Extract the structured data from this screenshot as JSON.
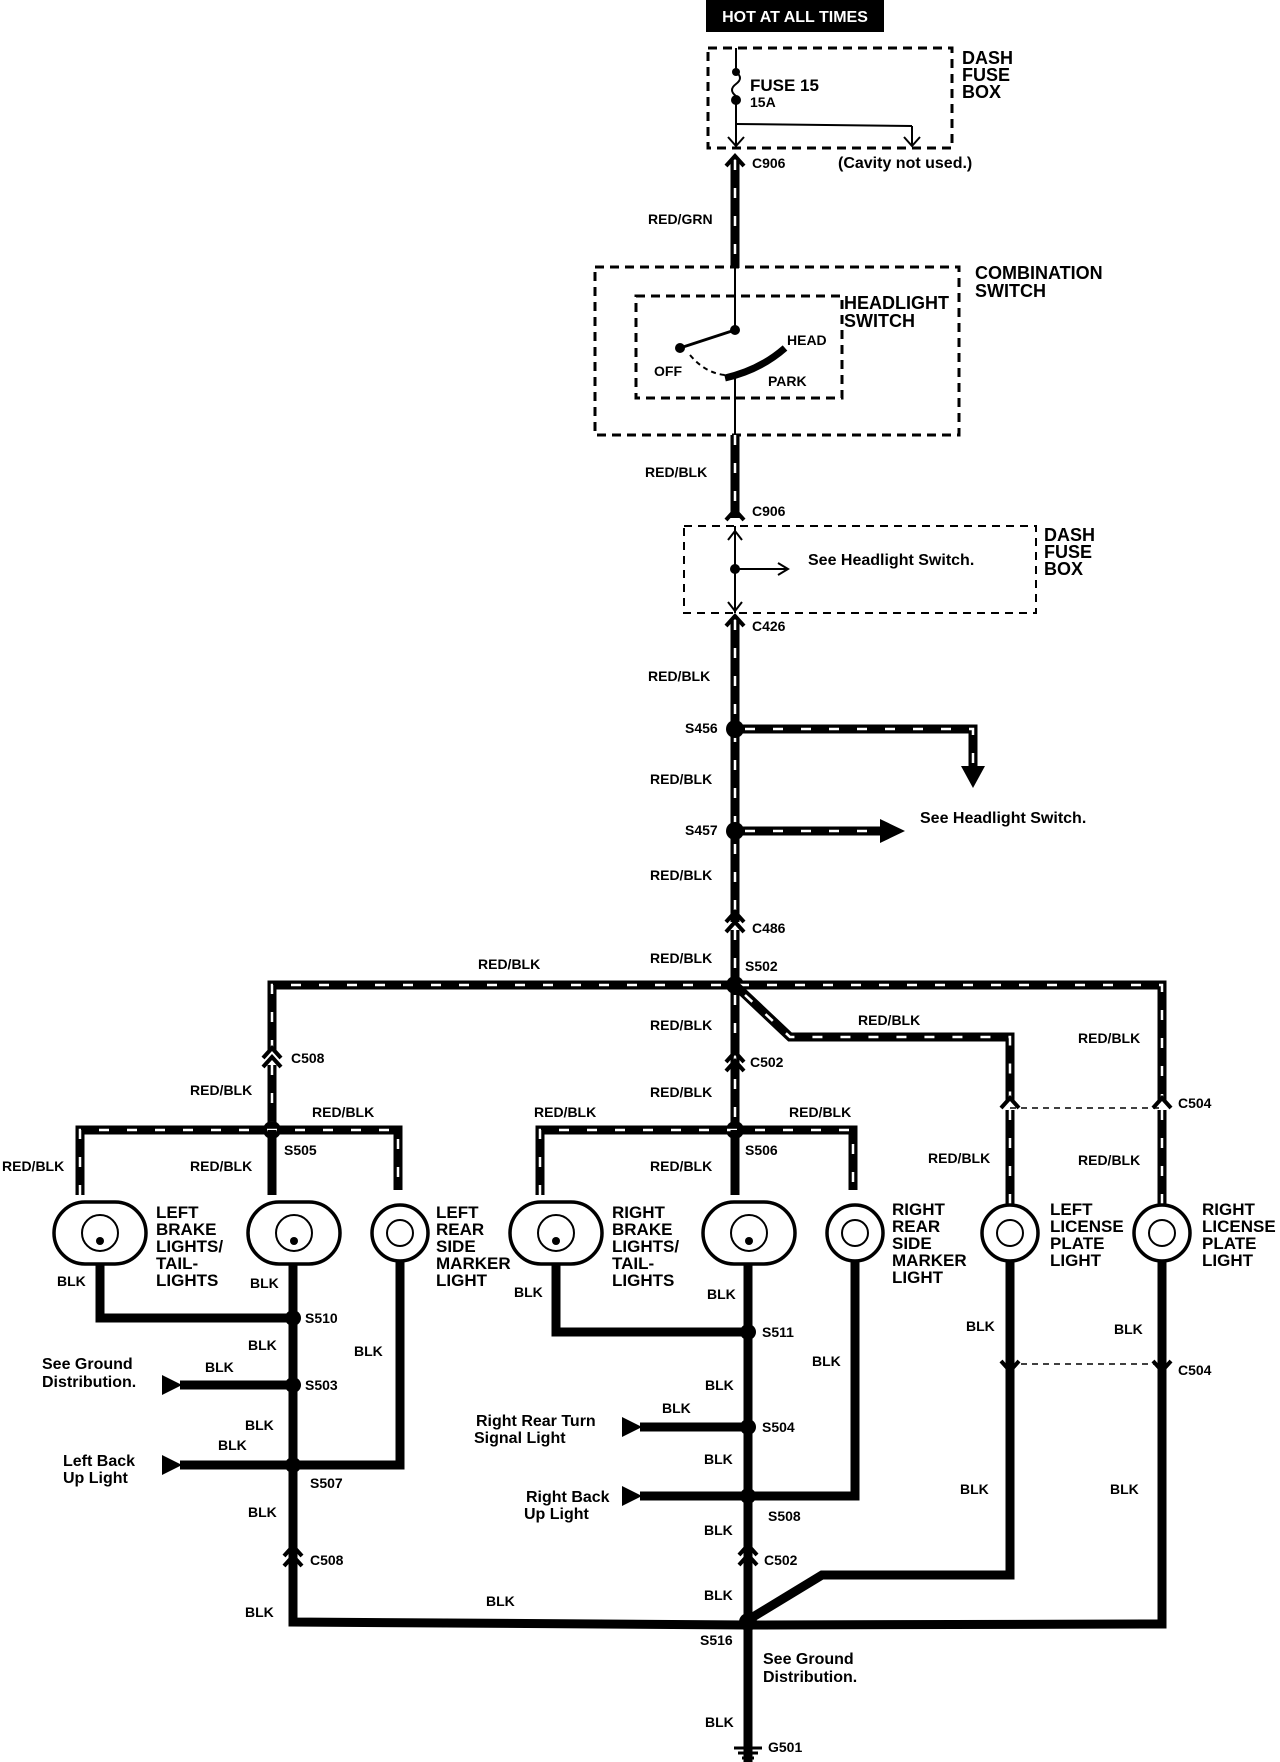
{
  "header": {
    "power_label": "HOT AT ALL TIMES"
  },
  "fuse_box_top": {
    "label_1": "DASH",
    "label_2": "FUSE",
    "label_3": "BOX",
    "fuse_name": "FUSE 15",
    "fuse_rating": "15A",
    "cavity_note": "(Cavity not used.)"
  },
  "combination_switch": {
    "label_1": "COMBINATION",
    "label_2": "SWITCH",
    "headlight_1": "HEADLIGHT",
    "headlight_2": "SWITCH",
    "pos_head": "HEAD",
    "pos_off": "OFF",
    "pos_park": "PARK"
  },
  "fuse_box_mid": {
    "label_1": "DASH",
    "label_2": "FUSE",
    "label_3": "BOX",
    "note": "See Headlight Switch."
  },
  "wires": {
    "red_grn": "RED/GRN",
    "red_blk": "RED/BLK",
    "blk": "BLK"
  },
  "connectors": {
    "c906": "C906",
    "c426": "C426",
    "c486": "C486",
    "c508": "C508",
    "c502": "C502",
    "c504": "C504"
  },
  "splices": {
    "s456": "S456",
    "s457": "S457",
    "s502": "S502",
    "s505": "S505",
    "s506": "S506",
    "s510": "S510",
    "s503": "S503",
    "s507": "S507",
    "s511": "S511",
    "s504": "S504",
    "s508": "S508",
    "s516": "S516"
  },
  "notes": {
    "see_headlight_switch": "See Headlight Switch.",
    "see_ground_1": "See Ground",
    "see_ground_2": "Distribution.",
    "left_back_1": "Left Back",
    "left_back_2": "Up Light",
    "right_turn_1": "Right Rear Turn",
    "right_turn_2": "Signal Light",
    "right_back_1": "Right Back",
    "right_back_2": "Up Light",
    "ground_dist_1": "See Ground",
    "ground_dist_2": "Distribution."
  },
  "lamps": {
    "left_brake": [
      "LEFT",
      "BRAKE",
      "LIGHTS/",
      "TAIL-",
      "LIGHTS"
    ],
    "left_marker": [
      "LEFT",
      "REAR",
      "SIDE",
      "MARKER",
      "LIGHT"
    ],
    "right_brake": [
      "RIGHT",
      "BRAKE",
      "LIGHTS/",
      "TAIL-",
      "LIGHTS"
    ],
    "right_marker": [
      "RIGHT",
      "REAR",
      "SIDE",
      "MARKER",
      "LIGHT"
    ],
    "left_license": [
      "LEFT",
      "LICENSE",
      "PLATE",
      "LIGHT"
    ],
    "right_license": [
      "RIGHT",
      "LICENSE",
      "PLATE",
      "LIGHT"
    ]
  },
  "ground": {
    "g501": "G501"
  }
}
